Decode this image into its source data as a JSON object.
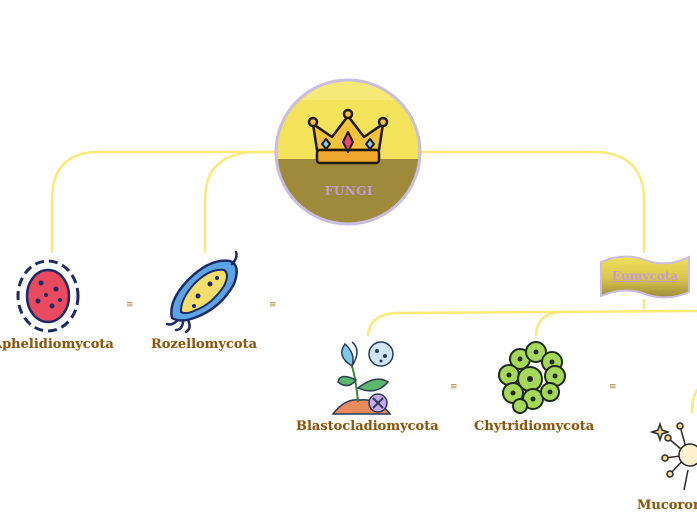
{
  "root": {
    "label": "FUNGI",
    "icon": "crown-icon"
  },
  "group": {
    "label": "Eumycota",
    "icon": "flag-banner-icon"
  },
  "nodes": {
    "aphelidiomycota": {
      "label": "Aphelidiomycota",
      "icon": "red-cell-icon"
    },
    "rozellomycota": {
      "label": "Rozellomycota",
      "icon": "bacterium-icon"
    },
    "blastocladiomycota": {
      "label": "Blastocladiomycota",
      "icon": "plant-microbe-icon"
    },
    "chytridiomycota": {
      "label": "Chytridiomycota",
      "icon": "green-cells-icon"
    },
    "mucoromycota": {
      "label": "Mucoromycota",
      "icon": "spore-burst-icon"
    }
  },
  "note_glyph": "≡",
  "colors": {
    "connector": "#fbe97a",
    "root_top": "#f3e35a",
    "root_bottom": "#9f8a3c",
    "root_border": "#c9bde0",
    "label_text": "#8a5418",
    "accent_label": "#c69ad6"
  }
}
